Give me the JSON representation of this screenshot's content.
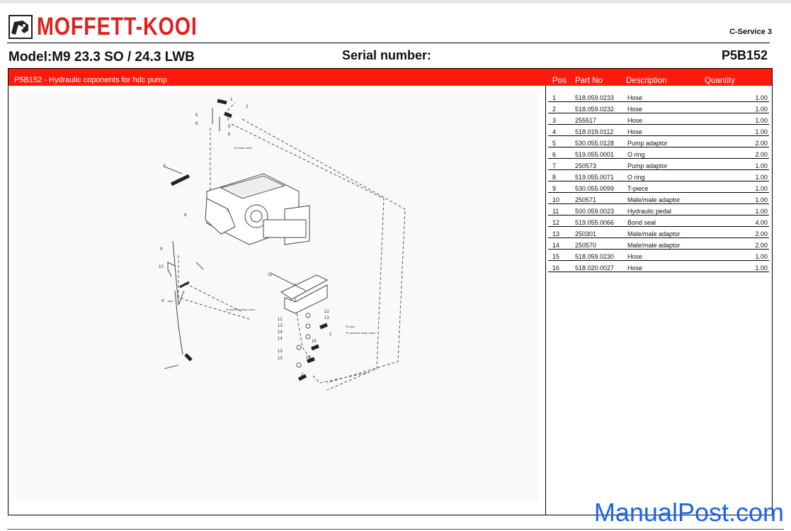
{
  "header": {
    "logo_text": "MOFFETT-KOOI",
    "service": "C-Service 3",
    "model": "Model:M9 23.3 SO / 24.3 LWB",
    "serial_label": "Serial number:",
    "code": "P5B152"
  },
  "section": {
    "title": "P5B152 - Hydraulic coponents for hdc pump",
    "columns": {
      "pos": "Pos",
      "part_no": "Part No",
      "description": "Description",
      "quantity": "Quantity"
    }
  },
  "parts": [
    {
      "pos": "1",
      "part_no": "518.059.0233",
      "description": "Hose",
      "quantity": "1.00"
    },
    {
      "pos": "2",
      "part_no": "518.059.0232",
      "description": "Hose",
      "quantity": "1.00"
    },
    {
      "pos": "3",
      "part_no": "255517",
      "description": "Hose",
      "quantity": "1.00"
    },
    {
      "pos": "4",
      "part_no": "518.019.0112",
      "description": "Hose",
      "quantity": "1.00"
    },
    {
      "pos": "5",
      "part_no": "530.055.0128",
      "description": "Pump adaptor",
      "quantity": "2.00"
    },
    {
      "pos": "6",
      "part_no": "519.055.0001",
      "description": "O ring",
      "quantity": "2.00"
    },
    {
      "pos": "7",
      "part_no": "250573",
      "description": "Pump adaptor",
      "quantity": "1.00"
    },
    {
      "pos": "8",
      "part_no": "519.055.0071",
      "description": "O ring",
      "quantity": "1.00"
    },
    {
      "pos": "9",
      "part_no": "530.055.0099",
      "description": "T-piece",
      "quantity": "1.00"
    },
    {
      "pos": "10",
      "part_no": "250571",
      "description": "Male/male adaptor",
      "quantity": "1.00"
    },
    {
      "pos": "11",
      "part_no": "500.059.0023",
      "description": "Hydraulic pedal",
      "quantity": "1.00"
    },
    {
      "pos": "12",
      "part_no": "519.055.0066",
      "description": "Bond seal",
      "quantity": "4.00"
    },
    {
      "pos": "13",
      "part_no": "250301",
      "description": "Male/male adaptor",
      "quantity": "2.00"
    },
    {
      "pos": "14",
      "part_no": "250570",
      "description": "Male/male adaptor",
      "quantity": "2.00"
    },
    {
      "pos": "15",
      "part_no": "518.059.0230",
      "description": "Hose",
      "quantity": "1.00"
    },
    {
      "pos": "16",
      "part_no": "518.020.0027",
      "description": "Hose",
      "quantity": "1.00"
    }
  ],
  "diagram": {
    "callouts": [
      "1",
      "2",
      "5",
      "6",
      "5",
      "6",
      "3",
      "8",
      "9",
      "10",
      "4",
      "11",
      "12",
      "13",
      "12",
      "14",
      "13",
      "14",
      "13",
      "13",
      "15",
      "16",
      "1",
      "2",
      "7"
    ],
    "notes": {
      "brake_valve": "To brake valve",
      "seat_dump": "To seat belt dump valve",
      "tank": "To tank",
      "seat_belt_dump": "To seat belt dump valve"
    }
  },
  "watermark": "ManualPost.com",
  "colors": {
    "brand_red": "#e02020",
    "header_bar": "#ff1a0d",
    "watermark_blue": "#1a63f2"
  }
}
